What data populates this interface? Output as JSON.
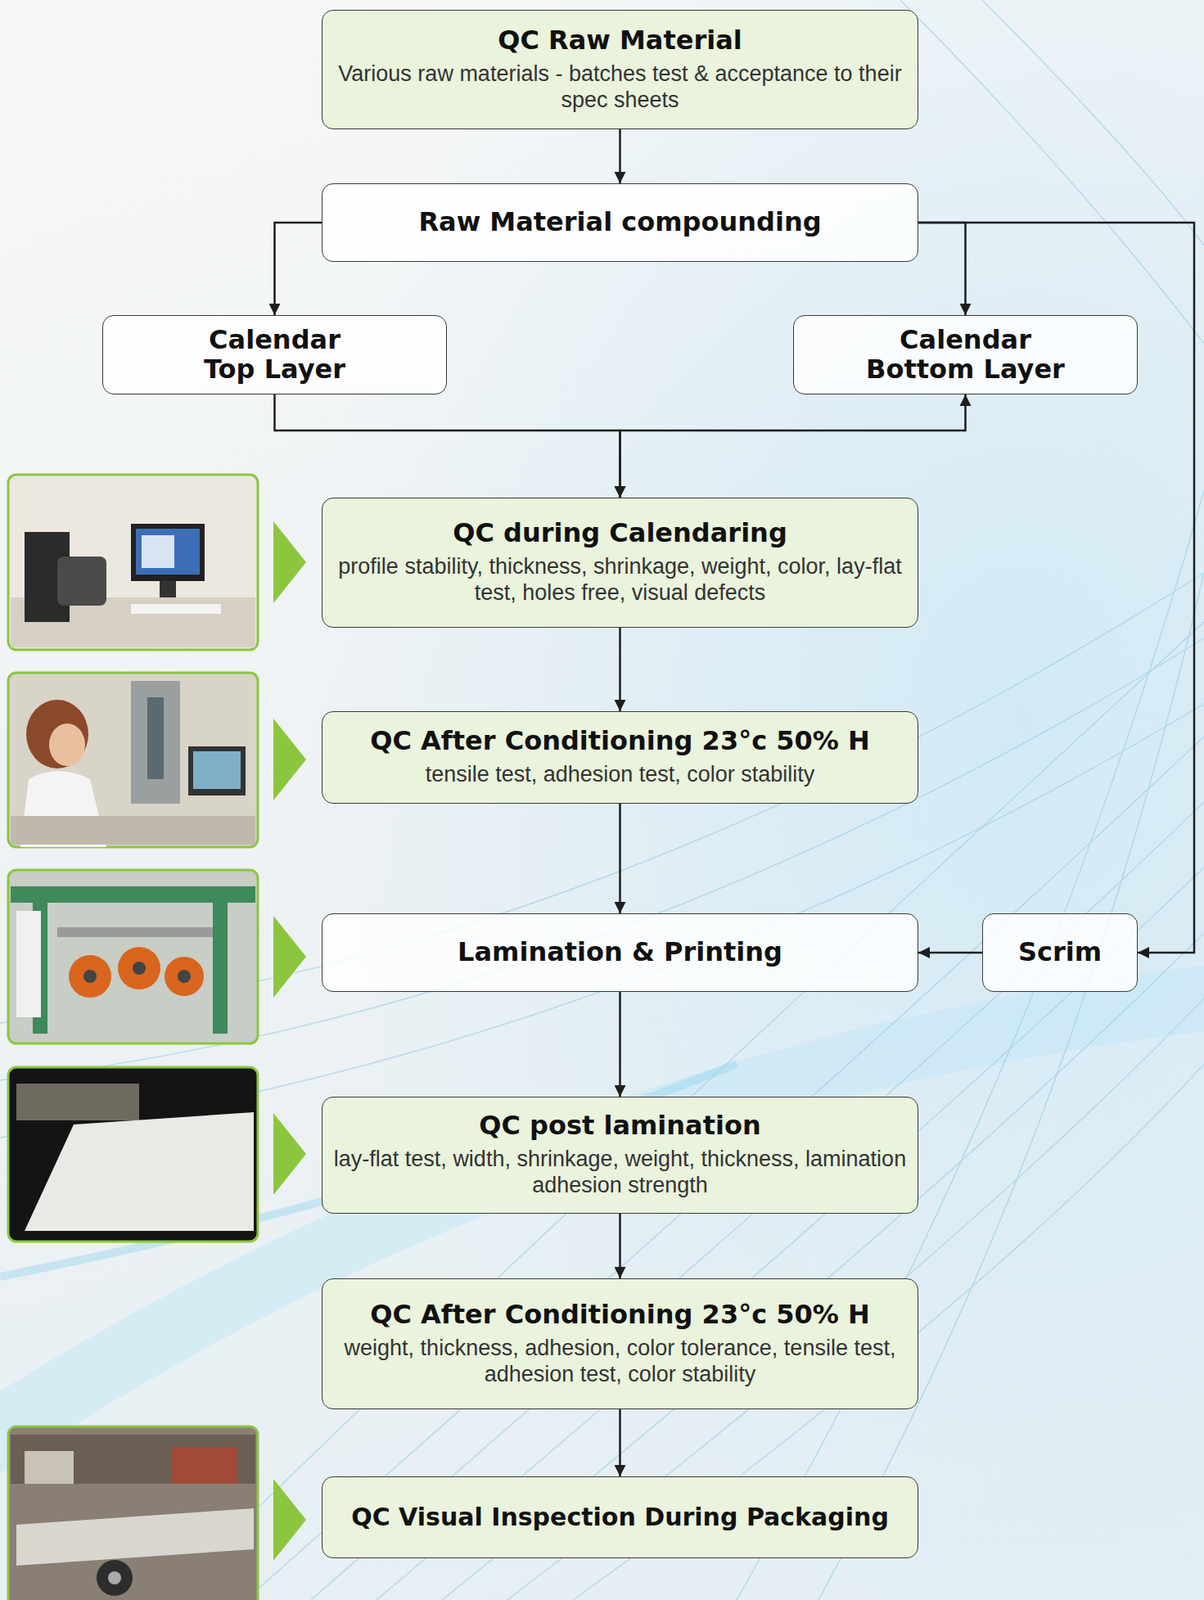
{
  "diagram": {
    "nodes": [
      {
        "text": [
          "QC Raw Material",
          "Various raw materials - batches test & acceptance to their spec sheets"
        ]
      },
      {
        "text": [
          "Raw Material compounding"
        ]
      },
      {
        "text": [
          "Calendar Top Layer"
        ]
      },
      {
        "text": [
          "Calendar Bottom Layer"
        ]
      },
      {
        "text": [
          "QC during Calendaring",
          "profile stability, thickness, shrinkage, weight, color, lay-flat test, holes free, visual defects"
        ]
      },
      {
        "text": [
          "QC After Conditioning 23°c 50% H",
          "tensile test, adhesion test, color stability"
        ]
      },
      {
        "text": [
          "Lamination & Printing"
        ]
      },
      {
        "text": [
          "Scrim"
        ]
      },
      {
        "text": [
          "QC post lamination",
          "lay-flat test, width, shrinkage, weight, thickness, lamination adhesion strength"
        ]
      },
      {
        "text": [
          "QC After Conditioning 23°c 50% H",
          "weight, thickness, adhesion, color tolerance, tensile test, adhesion test, color stability"
        ]
      },
      {
        "text": [
          "QC Visual Inspection During Packaging"
        ]
      }
    ],
    "edges": [
      {
        "from": 0,
        "to": 1,
        "arrow": "to"
      },
      {
        "from": 1,
        "to": 2,
        "arrow": "to"
      },
      {
        "from": 1,
        "to": 3,
        "arrow": "to"
      },
      {
        "from": 1,
        "to": 7,
        "arrow": "to"
      },
      {
        "from": 2,
        "to": 4,
        "arrow": "to"
      },
      {
        "from": 3,
        "to": 4,
        "arrow": "both"
      },
      {
        "from": 4,
        "to": 5,
        "arrow": "to"
      },
      {
        "from": 5,
        "to": 6,
        "arrow": "to"
      },
      {
        "from": 7,
        "to": 6,
        "arrow": "to"
      },
      {
        "from": 6,
        "to": 8,
        "arrow": "to"
      },
      {
        "from": 8,
        "to": 9,
        "arrow": "to"
      },
      {
        "from": 9,
        "to": 10,
        "arrow": "to"
      }
    ]
  }
}
